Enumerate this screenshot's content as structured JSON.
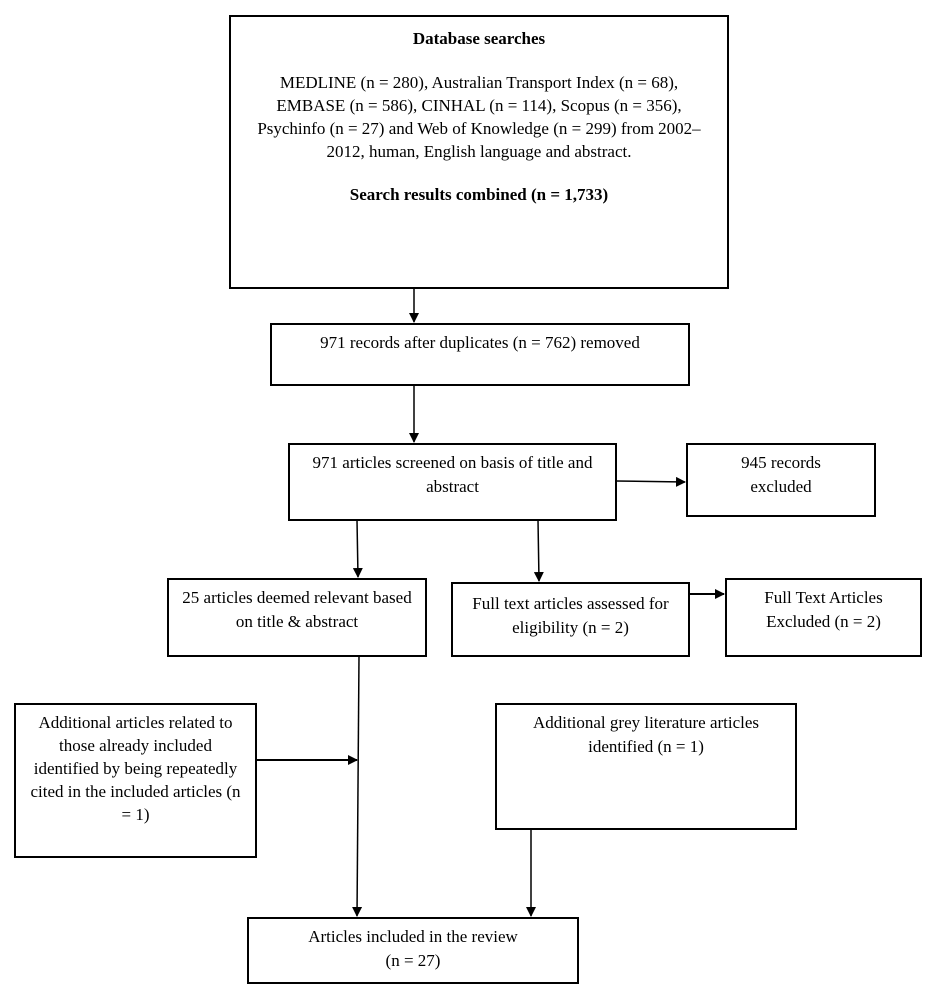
{
  "nodes": {
    "database_searches": {
      "title": "Database searches",
      "body": "MEDLINE (n = 280), Australian Transport Index (n = 68), EMBASE (n = 586), CINHAL (n = 114), Scopus (n = 356), Psychinfo (n = 27) and Web of Knowledge (n = 299) from 2002–2012, human, English language and abstract.",
      "combined": "Search results combined (n = 1,733)"
    },
    "deduplicated": "971 records after duplicates (n = 762) removed",
    "screened": "971 articles screened on basis of title and abstract",
    "excluded_screen": "945 records excluded",
    "relevant": "25 articles deemed relevant based on title & abstract",
    "full_text_assessed": "Full text articles assessed for eligibility (n = 2)",
    "full_text_excluded": "Full Text Articles Excluded (n = 2)",
    "additional_cited": "Additional articles related to those already included identified by being repeatedly cited in the included articles (n = 1)",
    "grey_literature": "Additional grey literature articles identified (n = 1)",
    "included": "Articles included in the review",
    "included_count": "(n = 27)"
  }
}
